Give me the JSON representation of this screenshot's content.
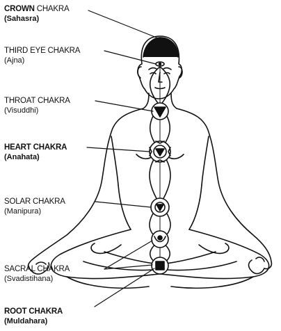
{
  "diagram": {
    "chakras": [
      {
        "name_main": "CROWN",
        "name_rest": " CHAKRA",
        "sanskrit": "(Sahasra)"
      },
      {
        "name_main": "THIRD EYE CHAKRA",
        "name_rest": "",
        "sanskrit": "(Ajna)"
      },
      {
        "name_main": "THROAT CHAKRA",
        "name_rest": "",
        "sanskrit": "(Visuddhi)"
      },
      {
        "name_main": "HEART CHAKRA",
        "name_rest": "",
        "sanskrit": "(Anahata)"
      },
      {
        "name_main": "SOLAR CHAKRA",
        "name_rest": "",
        "sanskrit": "(Manipura)"
      },
      {
        "name_main": "SACRAL CHAKRA",
        "name_rest": "",
        "sanskrit": "(Svadistihana)"
      },
      {
        "name_main": "ROOT CHAKRA",
        "name_rest": "",
        "sanskrit": "(Muldahara)"
      }
    ]
  }
}
